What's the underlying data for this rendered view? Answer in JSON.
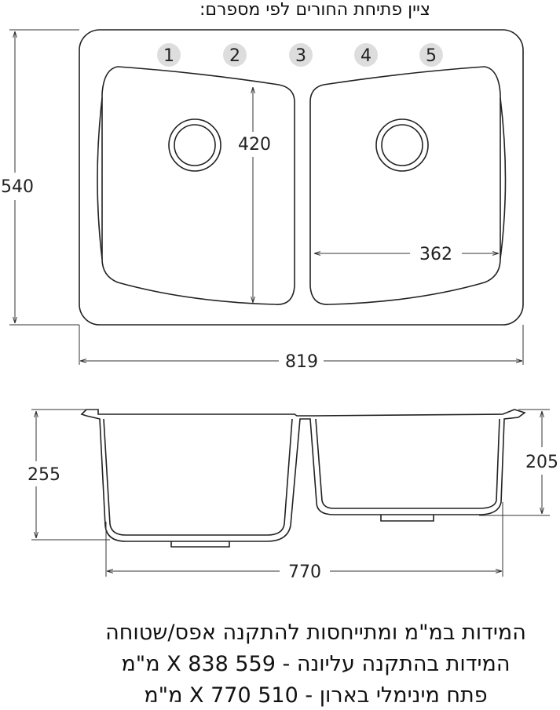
{
  "header": {
    "instruction": "ציין פתיחת החורים לפי מספרם:"
  },
  "hole_positions": [
    "1",
    "2",
    "3",
    "4",
    "5"
  ],
  "top_view": {
    "height": "540",
    "bowl_depth": "420",
    "bowl_width": "362",
    "total_width": "819"
  },
  "side_view": {
    "left_depth": "255",
    "right_depth": "205",
    "bottom_width": "770"
  },
  "notes": [
    "המידות במ\"מ ומתייחסות להתקנה אפס/שטוחה",
    "המידות בהתקנה עליונה - 559 X 838 מ\"מ",
    "פתח מינימלי בארון - 510 X 770 מ\"מ"
  ],
  "colors": {
    "line": "#222222",
    "hole_fill": "#dddddd"
  }
}
